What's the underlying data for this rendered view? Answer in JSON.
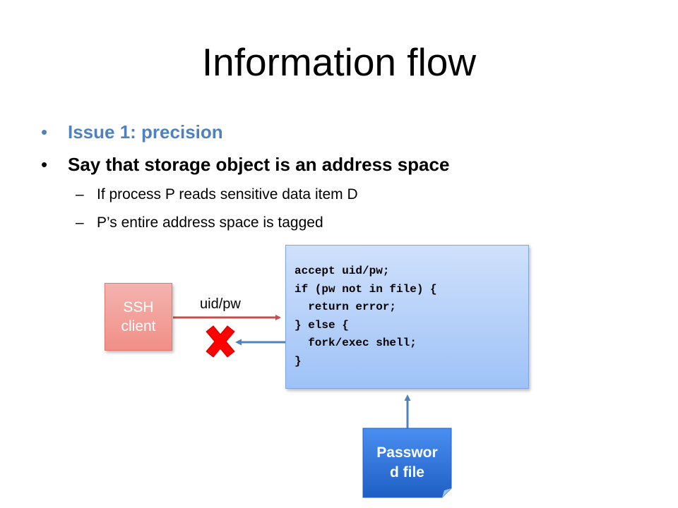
{
  "slide": {
    "title": "Information flow",
    "bullets": [
      {
        "text": "Issue 1: precision",
        "bullet": "•"
      },
      {
        "text": "Say that storage object is an address space",
        "bullet": "•"
      }
    ],
    "sub_bullets": [
      {
        "text": "If process P reads sensitive data item D",
        "dash": "–"
      },
      {
        "text": "P’s entire address space is tagged",
        "dash": "–"
      }
    ]
  },
  "diagram": {
    "ssh_client": "SSH\nclient",
    "edge_label": "uid/pw",
    "code": "accept uid/pw;\nif (pw not in file) {\n  return error;\n} else {\n  fork/exec shell;\n}",
    "password_file": "Passwor\nd file",
    "colors": {
      "accent_blue": "#4f81bd",
      "ssh_red": "#f08f87",
      "code_blue": "#9ec2f7",
      "arrow_red": "#c0504d",
      "cross_red": "#ff0000",
      "file_blue": "#2f6fd6"
    },
    "icons": [
      "arrow-right",
      "arrow-left",
      "arrow-up",
      "x-icon",
      "document-icon"
    ]
  }
}
